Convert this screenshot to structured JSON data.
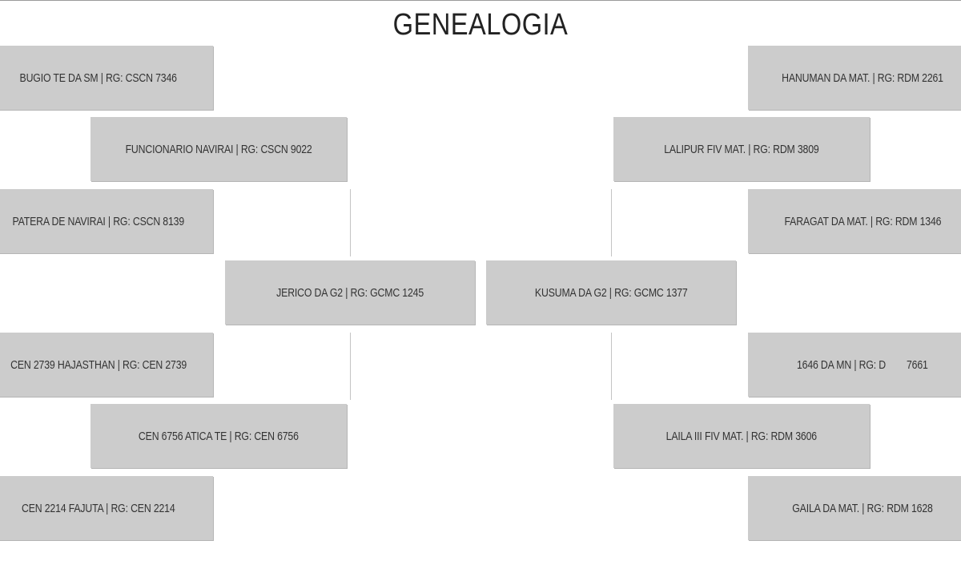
{
  "title": "GENEALOGIA",
  "left": {
    "great_grandsire": "BUGIO TE DA SM | RG: CSCN 7346",
    "grandsire": "FUNCIONARIO NAVIRAI | RG: CSCN 9022",
    "great_granddam": "PATERA DE NAVIRAI | RG: CSCN 8139",
    "sire": "JERICO DA G2 | RG: GCMC 1245",
    "dam_sire": "CEN 2739 HAJASTHAN | RG: CEN 2739",
    "granddam": "CEN 6756 ATICA TE | RG: CEN 6756",
    "dam_dam": "CEN 2214 FAJUTA | RG: CEN 2214"
  },
  "right": {
    "great_grandsire": "HANUMAN DA MAT. | RG: RDM 2261",
    "grandsire": "LALIPUR FIV MAT. | RG: RDM 3809",
    "great_granddam": "FARAGAT DA MAT. | RG: RDM 1346",
    "dam": "KUSUMA DA G2 | RG: GCMC 1377",
    "dam_sire": "1646 DA MN | RG: D        7661",
    "granddam": "LAILA III FIV MAT. | RG: RDM 3606",
    "dam_dam": "GAILA DA MAT. | RG: RDM 1628"
  }
}
